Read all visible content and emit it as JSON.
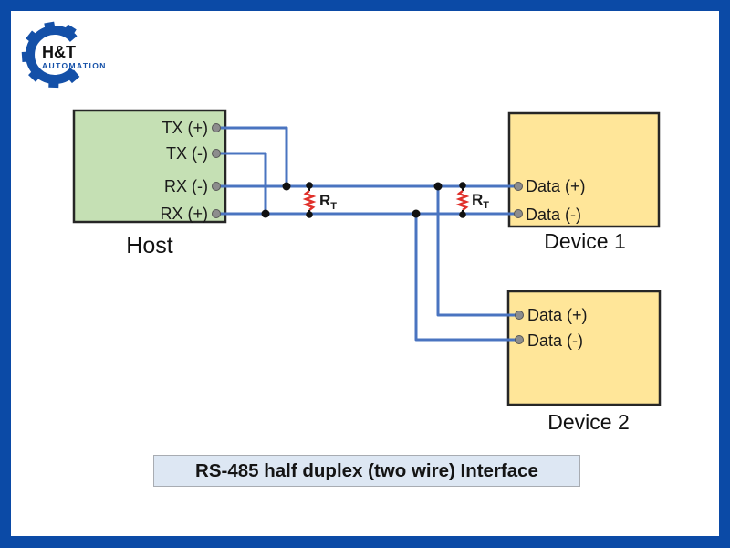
{
  "logo": {
    "brand": "H&T",
    "tagline": "AUTOMATION",
    "icon": "gear-icon"
  },
  "host": {
    "label": "Host",
    "pins": [
      "TX (+)",
      "TX (-)",
      "RX (-)",
      "RX (+)"
    ]
  },
  "devices": [
    {
      "label": "Device 1",
      "pins": [
        "Data (+)",
        "Data (-)"
      ]
    },
    {
      "label": "Device 2",
      "pins": [
        "Data (+)",
        "Data (-)"
      ]
    }
  ],
  "resistors": [
    {
      "label": "R",
      "subscript": "T"
    },
    {
      "label": "R",
      "subscript": "T"
    }
  ],
  "caption": "RS-485 half duplex (two wire) Interface",
  "colors": {
    "frame": "#0b4aa6",
    "host_fill": "#c5e0b4",
    "device_fill": "#ffe699",
    "wire": "#4a74c0",
    "resistor": "#e0302a",
    "caption_bg": "#dde7f3"
  }
}
